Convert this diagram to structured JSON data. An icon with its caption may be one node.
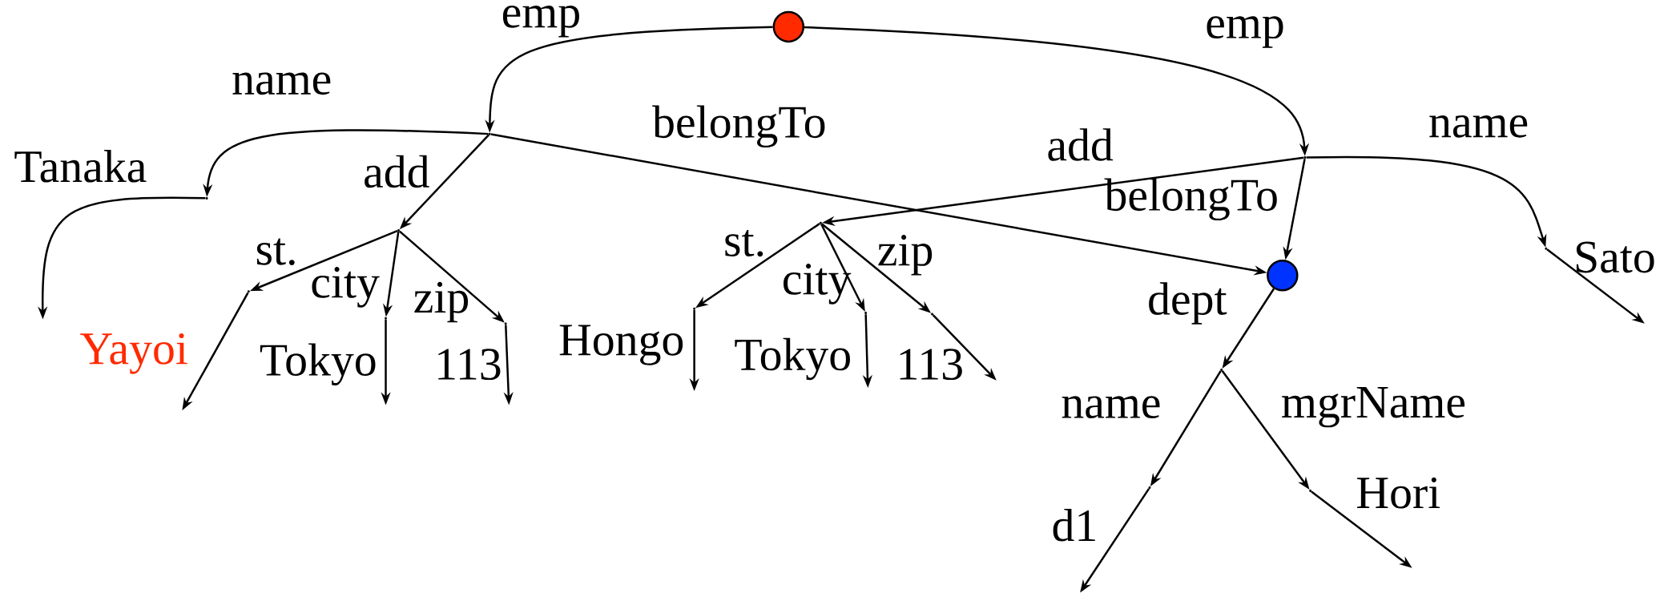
{
  "diagram": {
    "nodes": [
      {
        "text": [],
        "shape": "circle"
      },
      {
        "text": [],
        "shape": "point"
      },
      {
        "text": [],
        "shape": "point"
      },
      {
        "text": [],
        "shape": "point"
      },
      {
        "text": [],
        "shape": "point"
      },
      {
        "text": [],
        "shape": "point"
      },
      {
        "text": [],
        "shape": "point"
      },
      {
        "text": [],
        "shape": "point"
      },
      {
        "text": [],
        "shape": "point"
      },
      {
        "text": [],
        "shape": "point"
      },
      {
        "text": [],
        "shape": "point"
      },
      {
        "text": [],
        "shape": "point"
      },
      {
        "text": [],
        "shape": "circle"
      },
      {
        "text": [],
        "shape": "point"
      },
      {
        "text": [],
        "shape": "point"
      },
      {
        "text": [],
        "shape": "point"
      },
      {
        "text": [],
        "shape": "point"
      }
    ],
    "edges": [
      {
        "from": 0,
        "to": 1,
        "arrow": "to",
        "label": "emp"
      },
      {
        "from": 0,
        "to": 2,
        "arrow": "to",
        "label": "emp"
      },
      {
        "from": 1,
        "to": 3,
        "arrow": "to",
        "label": "name"
      },
      {
        "from": 3,
        "to": null,
        "arrow": "to",
        "label": "Tanaka"
      },
      {
        "from": 1,
        "to": 4,
        "arrow": "to",
        "label": "add"
      },
      {
        "from": 1,
        "to": 12,
        "arrow": "to",
        "label": "belongTo"
      },
      {
        "from": 4,
        "to": 5,
        "arrow": "to",
        "label": "st."
      },
      {
        "from": 5,
        "to": null,
        "arrow": "to",
        "label": "Yayoi"
      },
      {
        "from": 4,
        "to": 6,
        "arrow": "to",
        "label": "city"
      },
      {
        "from": 6,
        "to": null,
        "arrow": "to",
        "label": "Tokyo"
      },
      {
        "from": 4,
        "to": 7,
        "arrow": "to",
        "label": "zip"
      },
      {
        "from": 7,
        "to": null,
        "arrow": "to",
        "label": "113"
      },
      {
        "from": 2,
        "to": 8,
        "arrow": "to",
        "label": "add"
      },
      {
        "from": 2,
        "to": 12,
        "arrow": "to",
        "label": "belongTo"
      },
      {
        "from": 2,
        "to": 13,
        "arrow": "to",
        "label": "name"
      },
      {
        "from": 13,
        "to": null,
        "arrow": "to",
        "label": "Sato"
      },
      {
        "from": 8,
        "to": 9,
        "arrow": "to",
        "label": "st."
      },
      {
        "from": 9,
        "to": null,
        "arrow": "to",
        "label": "Hongo"
      },
      {
        "from": 8,
        "to": 10,
        "arrow": "to",
        "label": "city"
      },
      {
        "from": 10,
        "to": null,
        "arrow": "to",
        "label": "Tokyo"
      },
      {
        "from": 8,
        "to": 11,
        "arrow": "to",
        "label": "zip"
      },
      {
        "from": 11,
        "to": null,
        "arrow": "to",
        "label": "113"
      },
      {
        "from": 12,
        "to": 14,
        "arrow": "to",
        "label": "dept"
      },
      {
        "from": 14,
        "to": 15,
        "arrow": "to",
        "label": "name"
      },
      {
        "from": 15,
        "to": null,
        "arrow": "to",
        "label": "d1"
      },
      {
        "from": 14,
        "to": 16,
        "arrow": "to",
        "label": "mgrName"
      },
      {
        "from": 16,
        "to": null,
        "arrow": "to",
        "label": "Hori"
      }
    ]
  }
}
